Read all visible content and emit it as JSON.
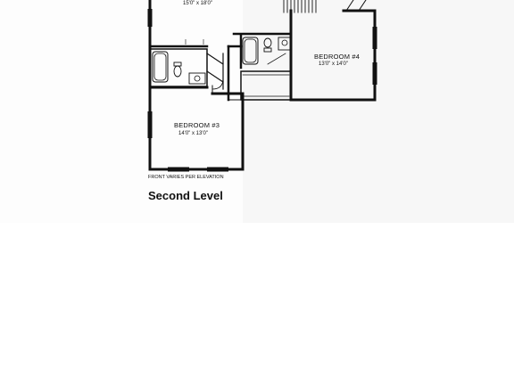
{
  "rooms": {
    "bedroom_top": {
      "dimension": "15'0\" x 18'0\""
    },
    "bedroom3": {
      "name": "BEDROOM #3",
      "dimension": "14'0\" x 13'0\""
    },
    "bedroom4": {
      "name": "BEDROOM #4",
      "dimension": "13'0\" x 14'0\""
    }
  },
  "notes": {
    "front": "FRONT VARIES PER ELEVATION",
    "level": "Second Level"
  },
  "colors": {
    "wall": "#111111",
    "paper": "#ffffff"
  }
}
